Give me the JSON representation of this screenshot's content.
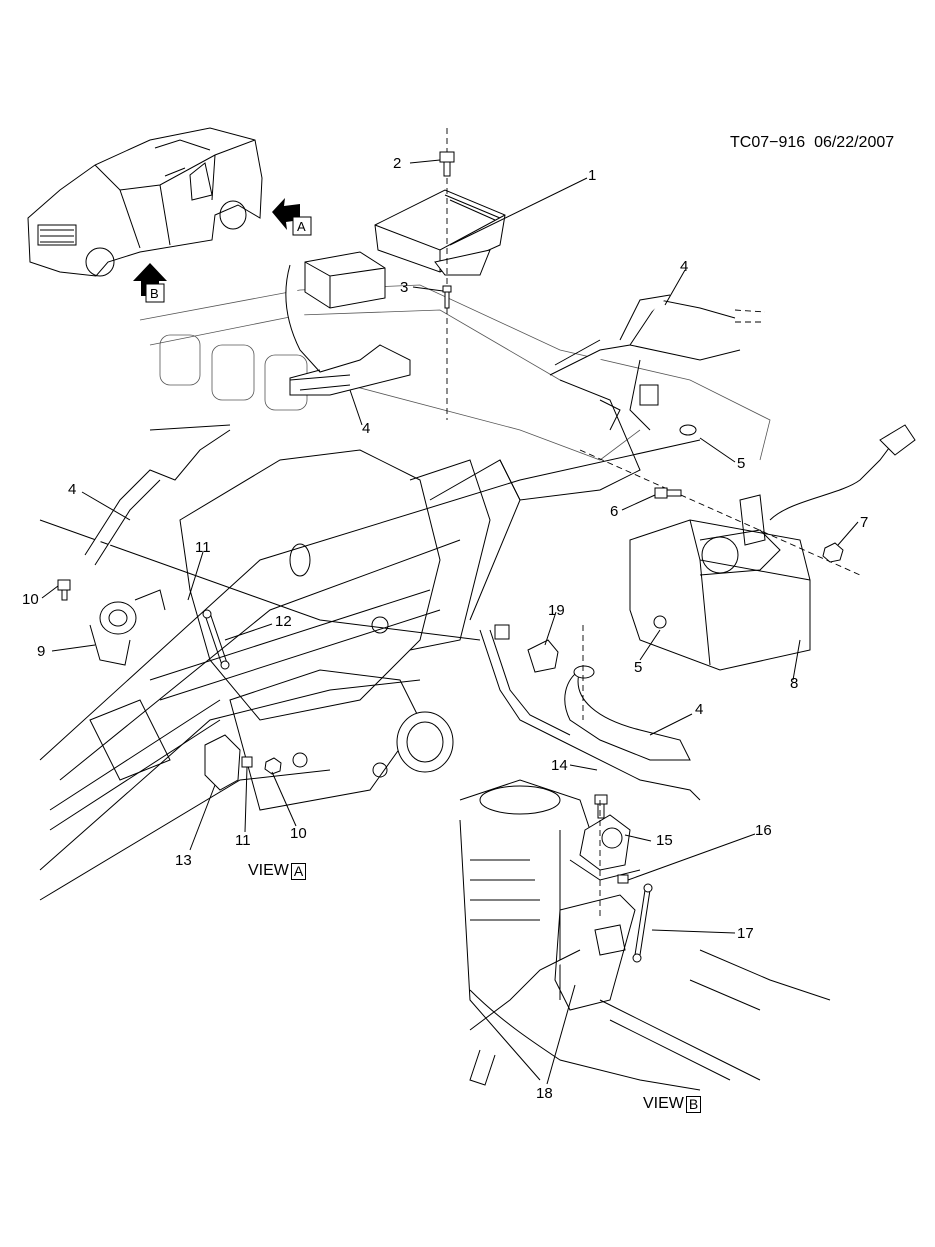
{
  "document_id": "TC07−916",
  "document_date": "06/22/2007",
  "views": [
    {
      "id": "A",
      "label": "VIEW",
      "box": "A"
    },
    {
      "id": "B",
      "label": "VIEW",
      "box": "B"
    }
  ],
  "arrows": {
    "a": "A",
    "b": "B"
  },
  "callouts": {
    "c1": "1",
    "c2": "2",
    "c3": "3",
    "c4a": "4",
    "c4b": "4",
    "c4c": "4",
    "c4d": "4",
    "c5a": "5",
    "c5b": "5",
    "c6": "6",
    "c7": "7",
    "c8": "8",
    "c9": "9",
    "c10a": "10",
    "c10b": "10",
    "c11a": "11",
    "c11b": "11",
    "c12": "12",
    "c13": "13",
    "c14": "14",
    "c15": "15",
    "c16": "16",
    "c17": "17",
    "c18": "18",
    "c19": "19"
  }
}
